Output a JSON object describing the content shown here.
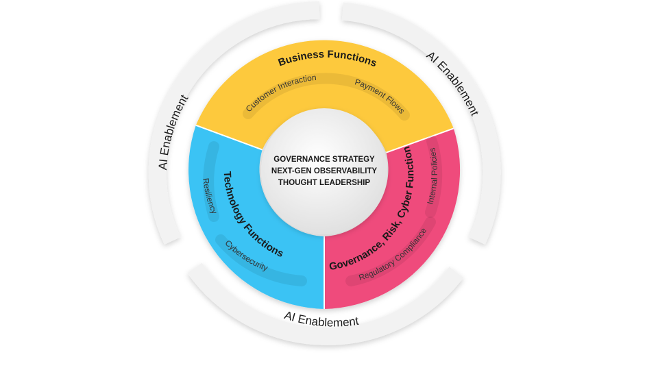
{
  "ring": {
    "labels": [
      "AI Enablement",
      "AI Enablement",
      "AI Enablement"
    ]
  },
  "segments": {
    "business": {
      "title": "Business Functions",
      "items": [
        "Customer Interaction",
        "Payment Flows"
      ],
      "color": "#FDC93C"
    },
    "governance": {
      "title": "Governance, Risk, Cyber Functions",
      "items": [
        "Internal Policies",
        "Regulatory Compliance"
      ],
      "color": "#EF4B7B"
    },
    "technology": {
      "title": "Technology Functions",
      "items": [
        "Resiliency",
        "Cybersecurity"
      ],
      "color": "#3BC3F4"
    }
  },
  "center": {
    "lines": [
      "GOVERNANCE STRATEGY",
      "NEXT-GEN OBSERVABILITY",
      "THOUGHT LEADERSHIP"
    ]
  }
}
